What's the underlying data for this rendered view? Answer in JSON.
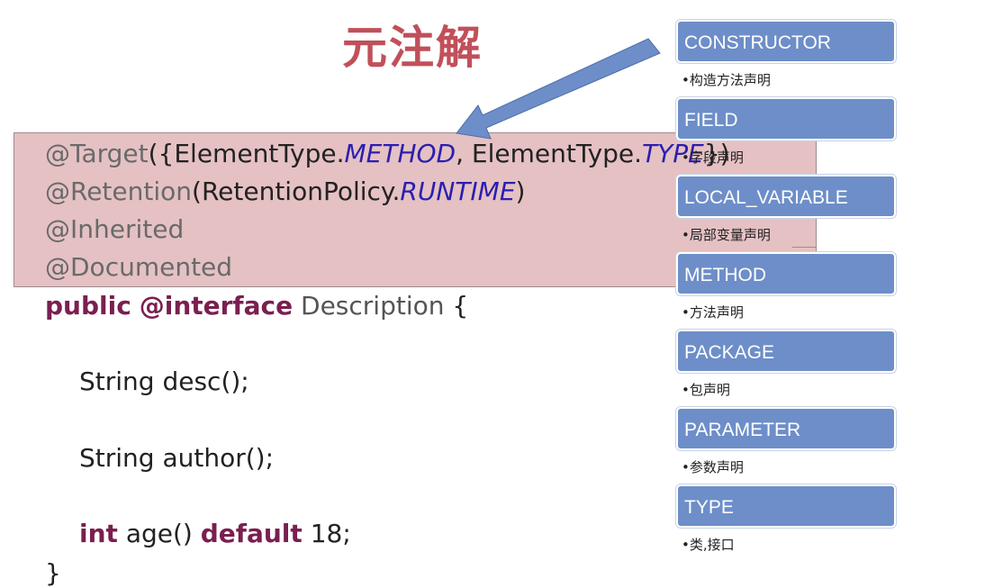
{
  "slide_title": "元注解",
  "code": {
    "line1": {
      "ann": "@Target",
      "p1": "({ElementType.",
      "c1": "METHOD",
      "p2": ", ElementType.",
      "c2": "TYPE",
      "p3": "})"
    },
    "line2": {
      "ann": "@Retention",
      "p1": "(RetentionPolicy.",
      "c1": "RUNTIME",
      "p2": ")"
    },
    "line3": {
      "ann": "@Inherited"
    },
    "line4": {
      "ann": "@Documented"
    },
    "line5": {
      "kw1": "public",
      "kw2": "@interface",
      "name": "Description",
      "brace": "{"
    },
    "line6": {
      "text": "String desc();"
    },
    "line7": {
      "text": "String author();"
    },
    "line8": {
      "kw1": "int",
      "p1": "age()",
      "kw2": "default",
      "p2": "18;"
    },
    "line9": {
      "text": "}"
    }
  },
  "element_types": [
    {
      "label": "CONSTRUCTOR",
      "desc": "•构造方法声明"
    },
    {
      "label": "FIELD",
      "desc": "•字段声明"
    },
    {
      "label": "LOCAL_VARIABLE",
      "desc": "•局部变量声明"
    },
    {
      "label": "METHOD",
      "desc": "•方法声明"
    },
    {
      "label": "PACKAGE",
      "desc": "•包声明"
    },
    {
      "label": "PARAMETER",
      "desc": "•参数声明"
    },
    {
      "label": "TYPE",
      "desc": "•类,接口"
    }
  ],
  "colors": {
    "title": "#c0505a",
    "highlight": "#e5c1c3",
    "keyword": "#7a1f4f",
    "constant": "#2a1fb0",
    "annotation": "#6a6a6a",
    "box": "#6d8ec8",
    "arrow": "#6d8ec8"
  },
  "icons": {
    "arrow": "arrow-pointing-to-target-annotation"
  }
}
